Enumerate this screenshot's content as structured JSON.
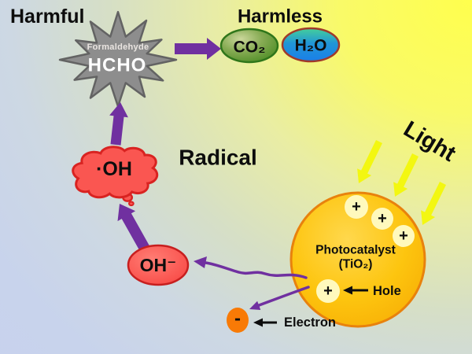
{
  "labels": {
    "harmful": "Harmful",
    "harmless": "Harmless",
    "radical": "Radical",
    "light": "Light"
  },
  "pollutant": {
    "name": "Formaldehyde",
    "formula": "HCHO"
  },
  "products": {
    "co2": "CO₂",
    "h2o": "H₂O"
  },
  "hydroxyl_radical": "·OH",
  "hydroxide_ion": "OH⁻",
  "photocatalyst": {
    "name": "Photocatalyst",
    "compound": "(TiO₂)",
    "charge_symbol": "+",
    "hole_label": "Hole"
  },
  "electron": {
    "charge_symbol": "-",
    "label": "Electron"
  },
  "colors": {
    "background_blue": "#c7d2ee",
    "background_yellow": "#ffff4d",
    "arrow_purple": "#7030a0",
    "starburst_gray": "#8d8d8d",
    "cloud_red": "#fa5651",
    "co2_green": "#4d8f23",
    "h2o_blue": "#1b86e6",
    "catalyst_yellow": "#fdc50f",
    "catalyst_border_orange": "#e8820d",
    "hole_circle_pale_yellow": "#fff9bd",
    "light_ray_yellow": "#f3f711",
    "electron_orange": "#f87a06"
  }
}
